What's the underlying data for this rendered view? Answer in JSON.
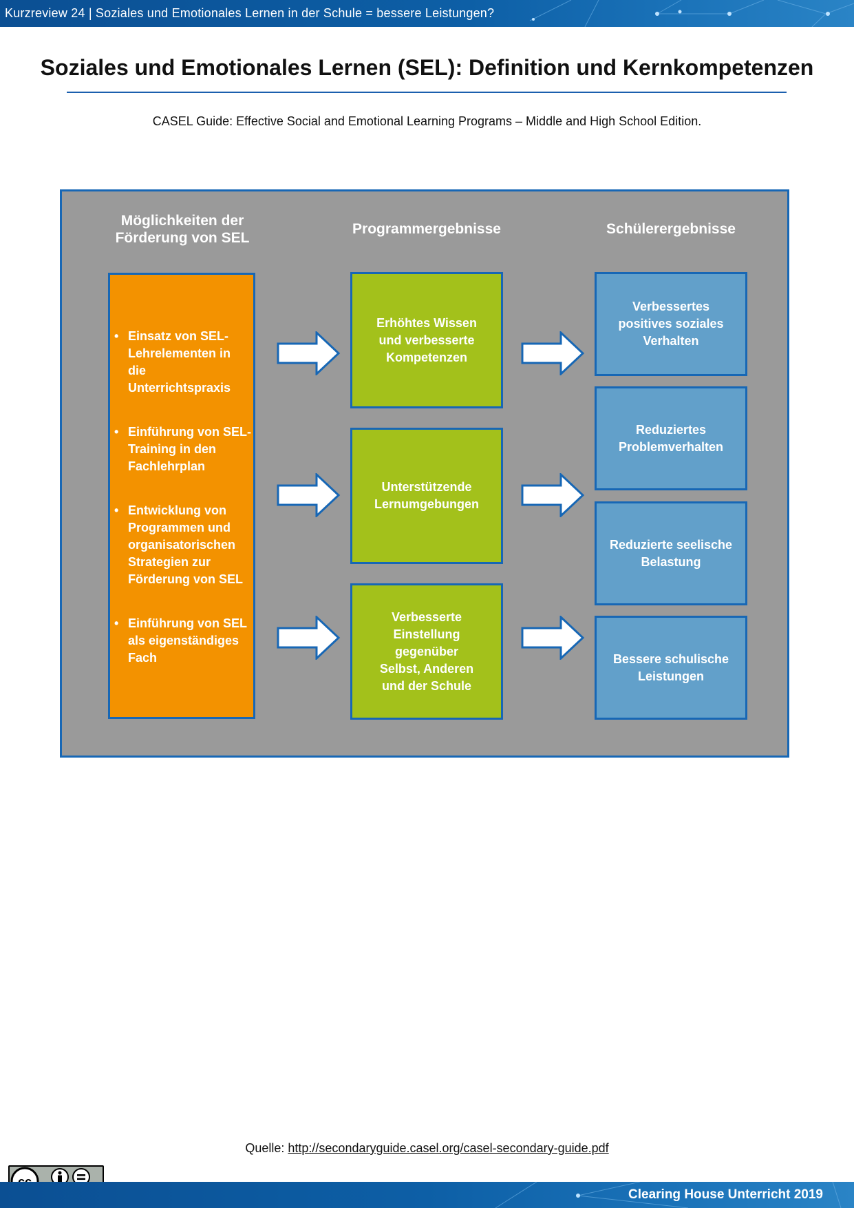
{
  "header": {
    "text": "Kurzreview 24 | Soziales und Emotionales Lernen in der Schule = bessere Leistungen?"
  },
  "title": "Soziales und Emotionales Lernen (SEL): Definition und Kernkompetenzen",
  "subtitle": "CASEL Guide: Effective Social and Emotional Learning Programs – Middle and High School Edition.",
  "diagram": {
    "columns": [
      {
        "heading": "Möglichkeiten der Förderung von SEL"
      },
      {
        "heading": "Programmergebnisse"
      },
      {
        "heading": "Schülerergebnisse"
      }
    ],
    "approaches": [
      "Einsatz von SEL-Lehrelementen in die Unterrichtspraxis",
      "Einführung von SEL-Training in den Fachlehrplan",
      "Entwicklung von Programmen und organisatorischen Strategien zur Förderung von SEL",
      "Einführung von SEL als eigenständiges Fach"
    ],
    "program_outcomes": [
      "Erhöhtes Wissen und verbesserte Kompetenzen",
      "Unterstützende Lernumgebungen",
      "Verbesserte Einstellung gegenüber Selbst, Anderen und der Schule"
    ],
    "student_outcomes": [
      "Verbessertes positives soziales Verhalten",
      "Reduziertes Problemverhalten",
      "Reduzierte seelische Belastung",
      "Bessere schulische Leistungen"
    ],
    "colors": {
      "approaches": "#f39200",
      "program_outcomes": "#a3c11b",
      "student_outcomes": "#62a0ca",
      "frame": "#9a9a9a",
      "border": "#1767b5"
    }
  },
  "source": {
    "label": "Quelle:",
    "link": "http://secondaryguide.casel.org/casel-secondary-guide.pdf"
  },
  "license": {
    "icon": "cc-by-nd-icon",
    "by": "BY",
    "nd": "ND"
  },
  "footer": {
    "text": "Clearing House Unterricht 2019"
  }
}
